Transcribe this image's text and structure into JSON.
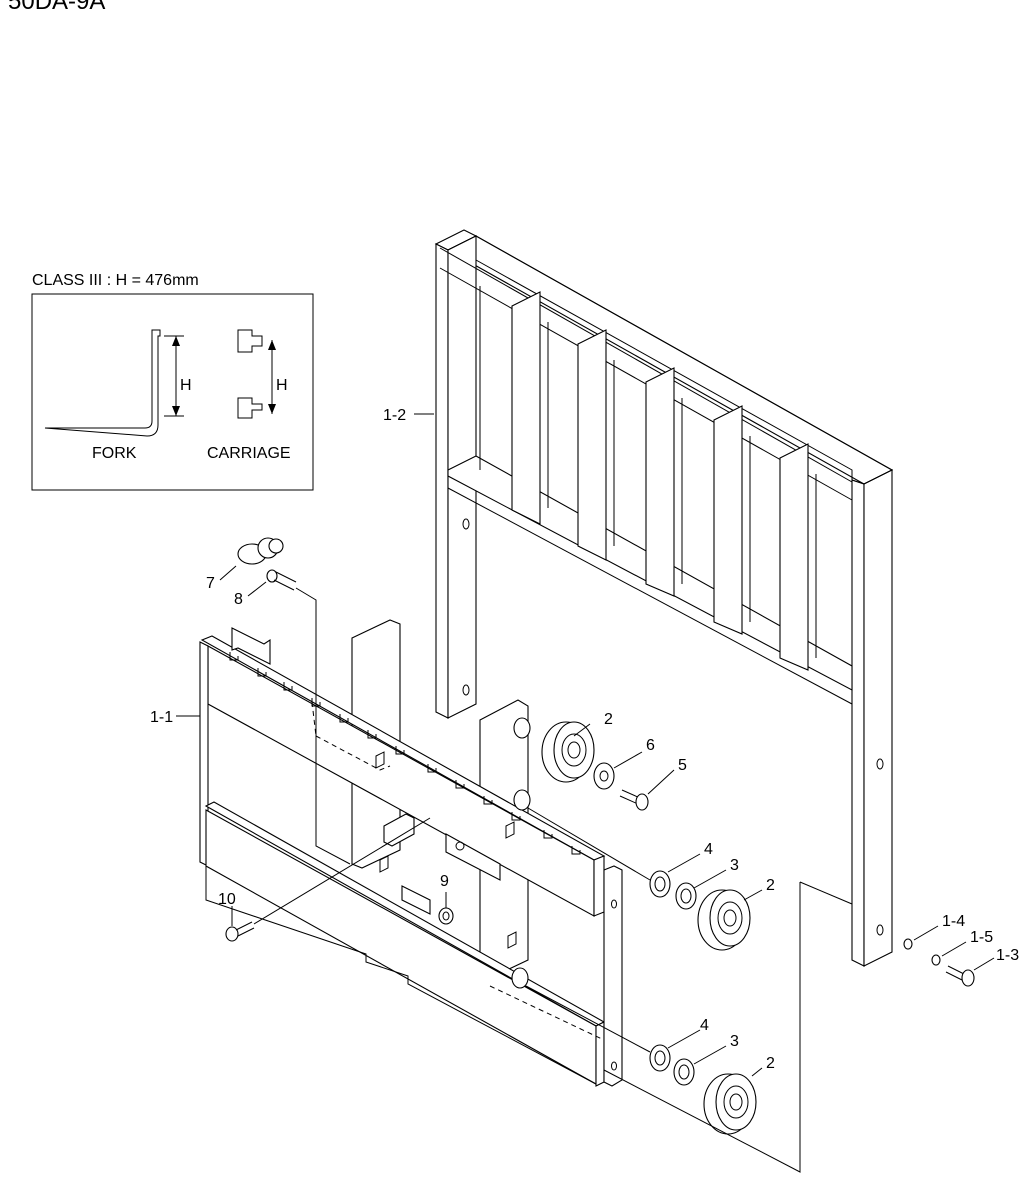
{
  "model_code": "50DA-9A",
  "inset": {
    "title": "CLASS III : H = 476mm",
    "fork_label": "FORK",
    "carriage_label": "CARRIAGE",
    "dimension_label": "H"
  },
  "callouts": {
    "c1_1": "1-1",
    "c1_2": "1-2",
    "c1_3": "1-3",
    "c1_4": "1-4",
    "c1_5": "1-5",
    "c2a": "2",
    "c2b": "2",
    "c2c": "2",
    "c3a": "3",
    "c3b": "3",
    "c4a": "4",
    "c4b": "4",
    "c5": "5",
    "c6": "6",
    "c7": "7",
    "c8": "8",
    "c9": "9",
    "c10": "10"
  }
}
